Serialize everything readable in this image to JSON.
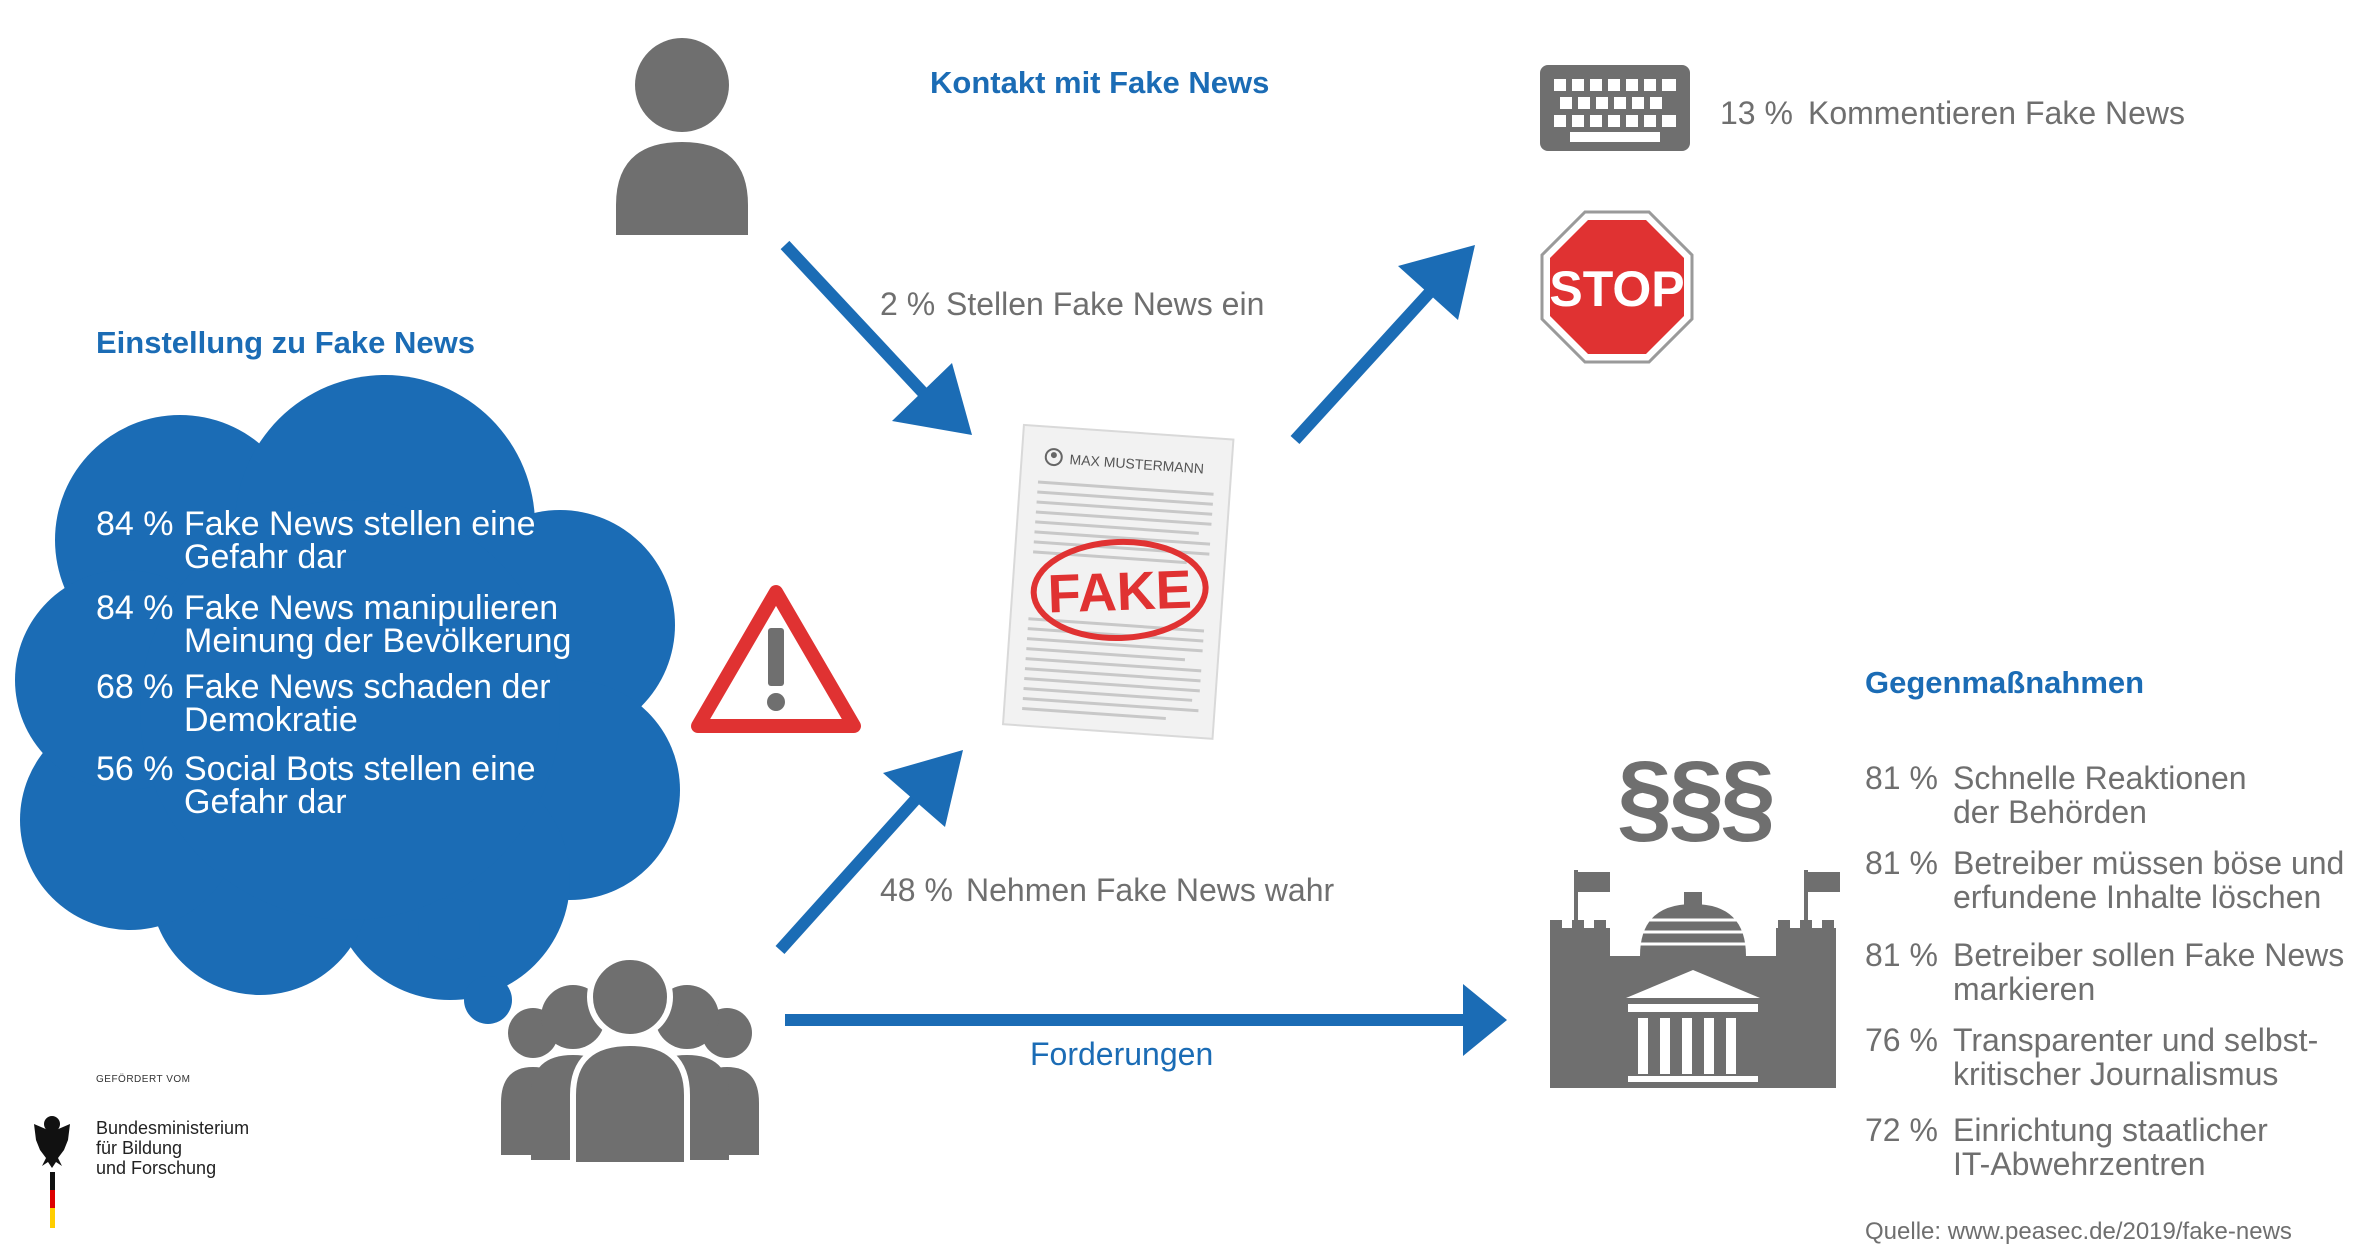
{
  "headings": {
    "contact": "Kontakt mit Fake News",
    "attitude": "Einstellung zu Fake News",
    "countermeasures": "Gegenmaßnahmen"
  },
  "flows": {
    "post": {
      "pct": "2 %",
      "label": "Stellen Fake News ein"
    },
    "perceive": {
      "pct": "48 %",
      "label": "Nehmen Fake News wahr"
    },
    "comment": {
      "pct": "13 %",
      "label": "Kommentieren Fake News"
    },
    "demands": "Forderungen"
  },
  "attitude_items": [
    {
      "pct": "84 %",
      "line1": "Fake News stellen eine",
      "line2": "Gefahr dar"
    },
    {
      "pct": "84 %",
      "line1": "Fake News manipulieren",
      "line2": "Meinung der Bevölkerung"
    },
    {
      "pct": "68 %",
      "line1": "Fake News schaden der",
      "line2": "Demokratie"
    },
    {
      "pct": "56 %",
      "line1": "Social Bots stellen eine",
      "line2": "Gefahr dar"
    }
  ],
  "counter_items": [
    {
      "pct": "81 %",
      "line1": "Schnelle Reaktionen",
      "line2": "der Behörden"
    },
    {
      "pct": "81 %",
      "line1": "Betreiber müssen böse und",
      "line2": "erfundene Inhalte löschen"
    },
    {
      "pct": "81 %",
      "line1": "Betreiber sollen Fake News",
      "line2": "markieren"
    },
    {
      "pct": "76 %",
      "line1": "Transparenter und selbst-",
      "line2": "kritischer Journalismus"
    },
    {
      "pct": "72 %",
      "line1": "Einrichtung staatlicher",
      "line2": "IT-Abwehrzentren"
    }
  ],
  "document": {
    "name": "MAX MUSTERMANN",
    "stamp": "FAKE"
  },
  "stop_sign": "STOP",
  "paragraphs": "§§§",
  "funding": {
    "label": "GEFÖRDERT VOM",
    "ministry_lines": [
      "Bundesministerium",
      "für Bildung",
      "und Forschung"
    ]
  },
  "source": "Quelle: www.peasec.de/2019/fake-news",
  "colors": {
    "blue": "#1b6cb5",
    "grey": "#6f6f6f",
    "red": "#e03232"
  }
}
